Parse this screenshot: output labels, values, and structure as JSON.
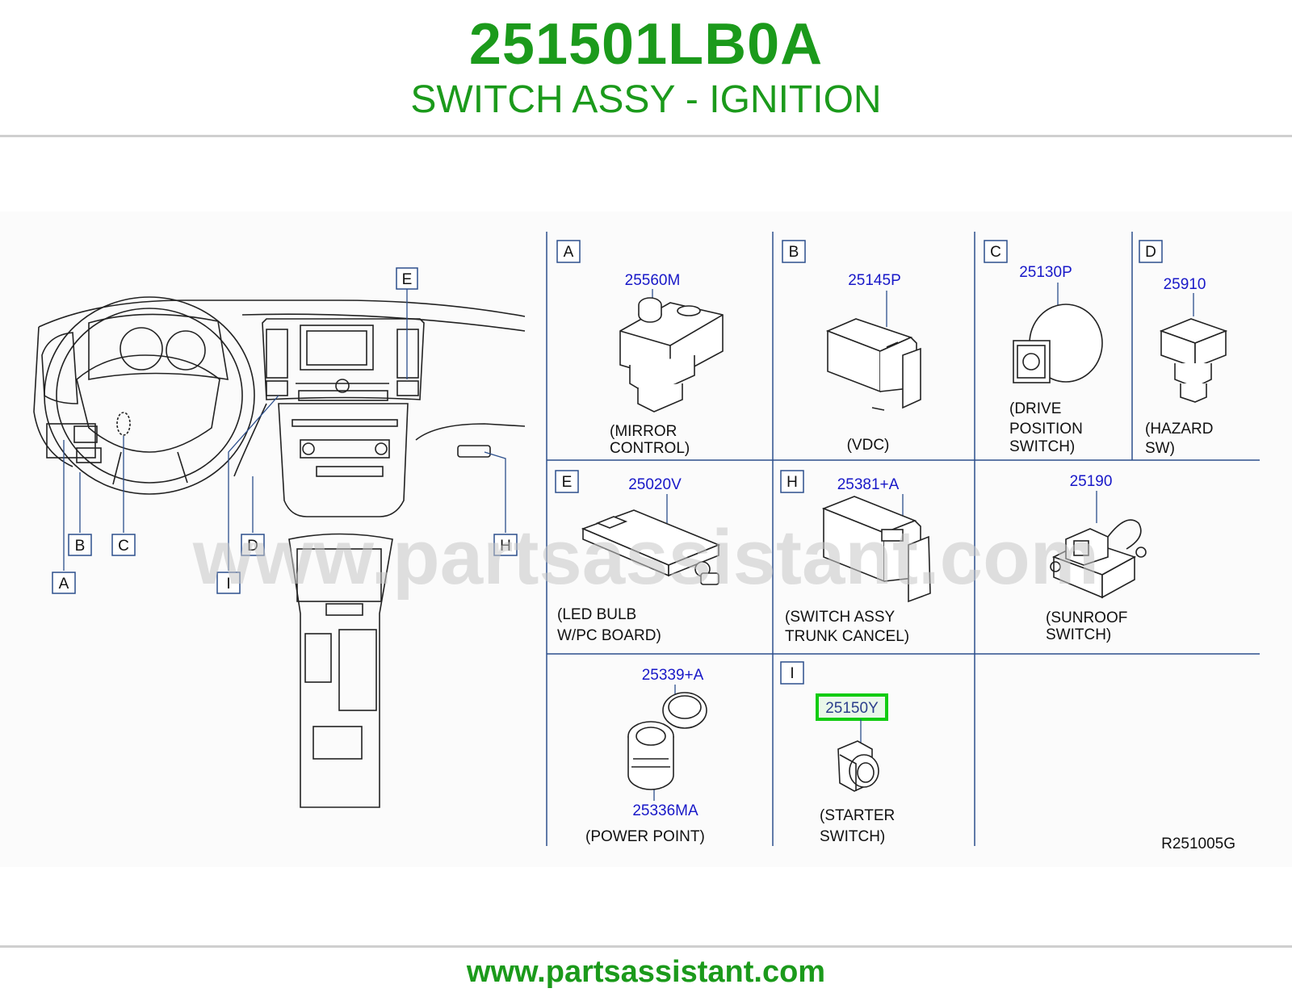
{
  "header": {
    "part_number": "251501LB0A",
    "description": "SWITCH ASSY - IGNITION"
  },
  "footer": {
    "url": "www.partsassistant.com"
  },
  "watermark": "www.partsassistant.com",
  "diagram": {
    "ref_code": "R251005G",
    "highlight_color": "#11cc11",
    "overview_callouts": [
      "E",
      "B",
      "C",
      "A",
      "D",
      "I",
      "H"
    ],
    "cells": [
      {
        "key": "A",
        "part": "25560M",
        "caption": [
          "(MIRROR",
          "CONTROL)"
        ]
      },
      {
        "key": "B",
        "part": "25145P",
        "caption": [
          "(VDC)"
        ]
      },
      {
        "key": "C",
        "part": "25130P",
        "caption": [
          "(DRIVE",
          "POSITION",
          "SWITCH)"
        ]
      },
      {
        "key": "D",
        "part": "25910",
        "caption": [
          "(HAZARD",
          "SW)"
        ]
      },
      {
        "key": "E",
        "part": "25020V",
        "caption": [
          "(LED   BULB",
          "W/PC   BOARD)"
        ]
      },
      {
        "key": "H",
        "part": "25381+A",
        "caption": [
          "(SWITCH   ASSY",
          "TRUNK   CANCEL)"
        ]
      },
      {
        "key": "",
        "part": "25190",
        "caption": [
          "(SUNROOF",
          "SWITCH)"
        ]
      },
      {
        "key": "",
        "part": "25339+A",
        "part2": "25336MA",
        "caption": [
          "(POWER   POINT)"
        ]
      },
      {
        "key": "I",
        "part": "25150Y",
        "caption": [
          "(STARTER",
          "SWITCH)"
        ],
        "highlighted": true
      }
    ]
  }
}
